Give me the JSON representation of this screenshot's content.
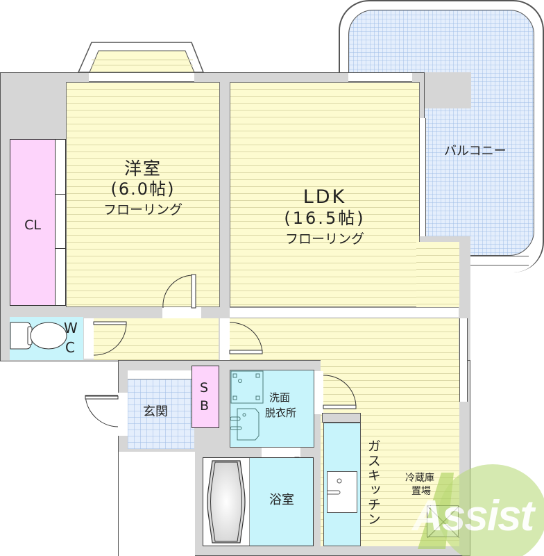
{
  "floorplan": {
    "rooms": {
      "western_room": {
        "name": "洋室",
        "size": "(6.0帖)",
        "floor": "フローリング"
      },
      "ldk": {
        "name": "LDK",
        "size": "(16.5帖)",
        "floor": "フローリング"
      },
      "balcony": {
        "name": "バルコニー"
      },
      "closet": {
        "name": "CL"
      },
      "wc": {
        "line1": "W",
        "line2": "C"
      },
      "entrance": {
        "name": "玄関"
      },
      "shoe_box": {
        "line1": "S",
        "line2": "B"
      },
      "washroom": {
        "line1": "洗面",
        "line2": "脱衣所"
      },
      "bathroom": {
        "name": "浴室"
      },
      "kitchen": {
        "name": "ガスキッチン"
      },
      "fridge": {
        "line1": "冷蔵庫",
        "line2": "置場"
      }
    },
    "colors": {
      "flooring": "#fdfbd0",
      "wet_area": "#c8f4fb",
      "storage": "#fdd4fb",
      "tile": "#e4eefc",
      "wall": "#d6d6d6",
      "watermark": "#a8cf5a"
    },
    "watermark": {
      "text": "Assist"
    }
  }
}
